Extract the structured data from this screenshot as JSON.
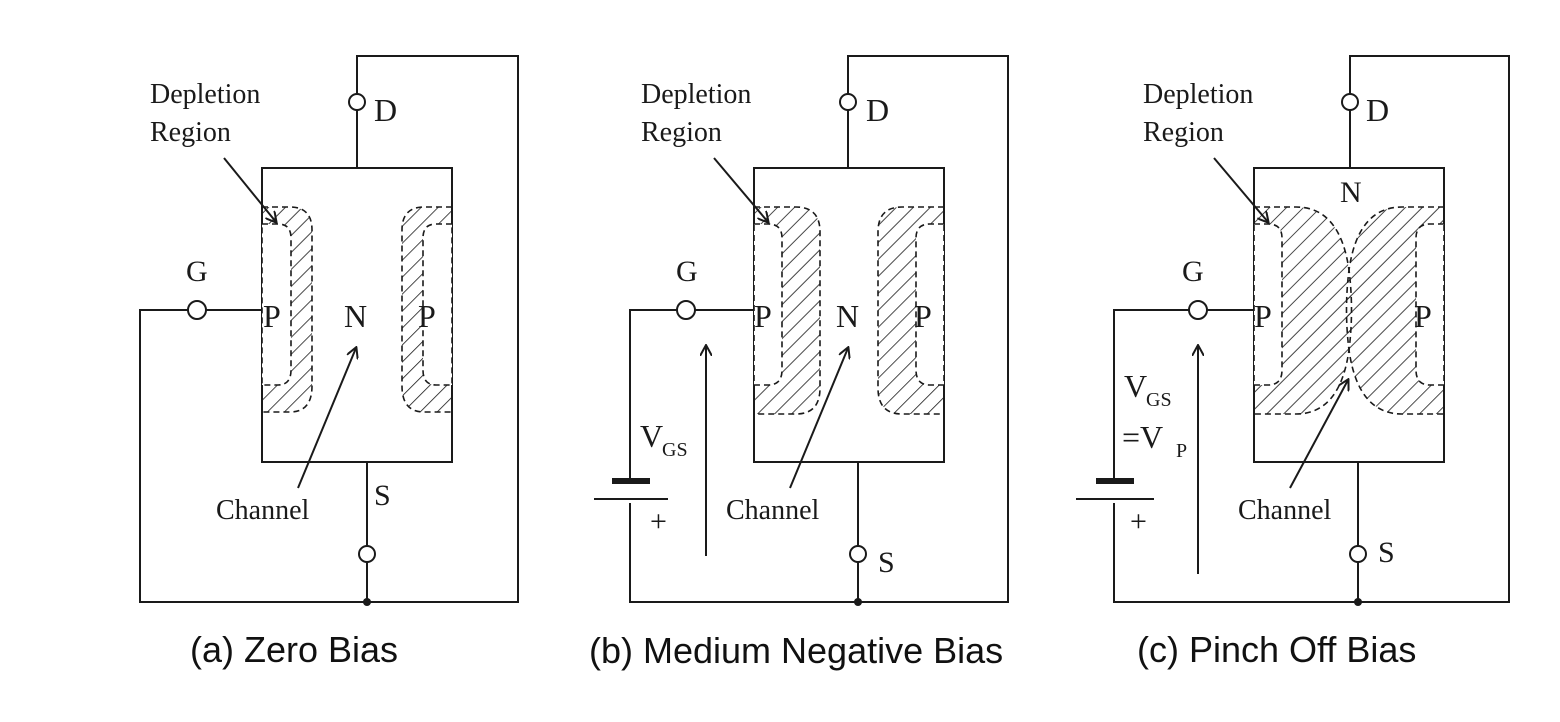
{
  "panels": [
    {
      "caption": "(a) Zero Bias",
      "labels": {
        "depletion_line1": "Depletion",
        "depletion_line2": "Region",
        "drain": "D",
        "source": "S",
        "gate": "G",
        "left_p": "P",
        "right_p": "P",
        "channel_n": "N",
        "channel": "Channel"
      }
    },
    {
      "caption": "(b) Medium Negative Bias",
      "labels": {
        "depletion_line1": "Depletion",
        "depletion_line2": "Region",
        "drain": "D",
        "source": "S",
        "gate": "G",
        "left_p": "P",
        "right_p": "P",
        "channel_n": "N",
        "channel": "Channel",
        "vgs_main": "V",
        "vgs_sub": "GS",
        "battery_plus": "+"
      }
    },
    {
      "caption": "(c) Pinch Off Bias",
      "labels": {
        "depletion_line1": "Depletion",
        "depletion_line2": "Region",
        "drain": "D",
        "source": "S",
        "gate": "G",
        "left_p": "P",
        "right_p": "P",
        "top_n": "N",
        "channel": "Channel",
        "vgs_main": "V",
        "vgs_sub": "GS",
        "vp_prefix": "=V",
        "vp_sub": "P",
        "battery_plus": "+"
      }
    }
  ]
}
